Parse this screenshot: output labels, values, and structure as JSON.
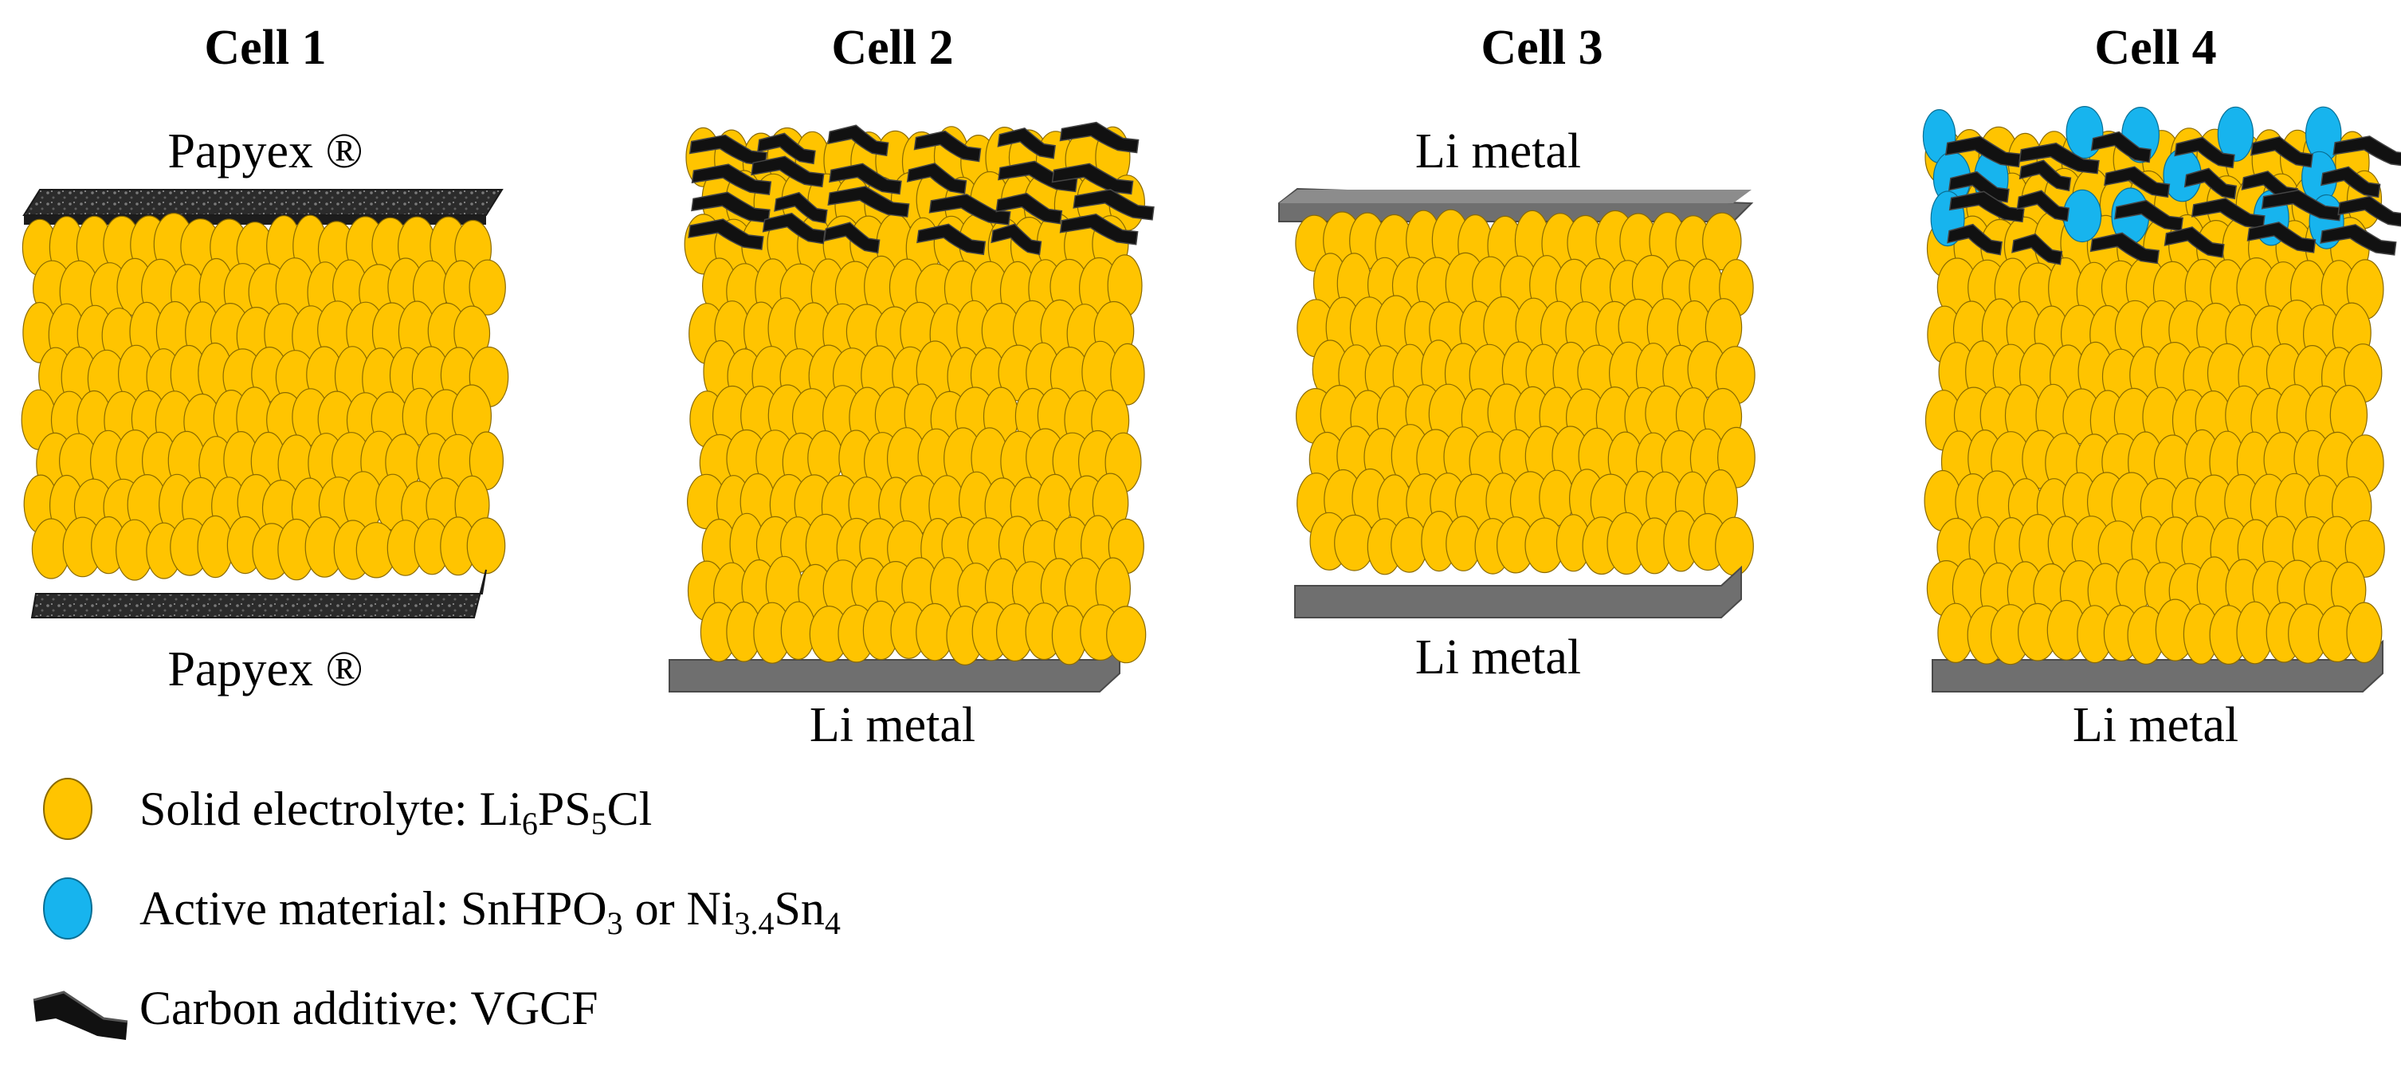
{
  "cells": [
    {
      "id": "cell1",
      "title": "Cell 1",
      "top_label": "Papyex ®",
      "bottom_label": "Papyex ®",
      "type": "papyex",
      "top_particles": "none"
    },
    {
      "id": "cell2",
      "title": "Cell 2",
      "top_label": "",
      "bottom_label": "Li metal",
      "type": "li-bottom",
      "top_particles": "carbon"
    },
    {
      "id": "cell3",
      "title": "Cell 3",
      "top_label": "Li metal",
      "bottom_label": "Li metal",
      "type": "li-both",
      "top_particles": "none"
    },
    {
      "id": "cell4",
      "title": "Cell 4",
      "top_label": "",
      "bottom_label": "Li metal",
      "type": "li-bottom",
      "top_particles": "carbon-active"
    }
  ],
  "legend": {
    "electrolyte": {
      "prefix": "Solid electrolyte: Li",
      "sub1": "6",
      "mid": "PS",
      "sub2": "5",
      "suffix": "Cl"
    },
    "active": {
      "prefix": "Active material: SnHPO",
      "sub1": "3",
      "mid": " or Ni",
      "sub2": "3.4",
      "mid2": "Sn",
      "sub3": "4"
    },
    "carbon": {
      "text": "Carbon additive: VGCF"
    }
  },
  "colors": {
    "electrolyte": "#FFC400",
    "electrolyte_edge": "#8a6a00",
    "active": "#17B4EE",
    "carbon": "#111111",
    "li_metal": "#6f6f6f",
    "li_metal_top": "#8c8c8c",
    "papyex": "#2b2b2b"
  }
}
